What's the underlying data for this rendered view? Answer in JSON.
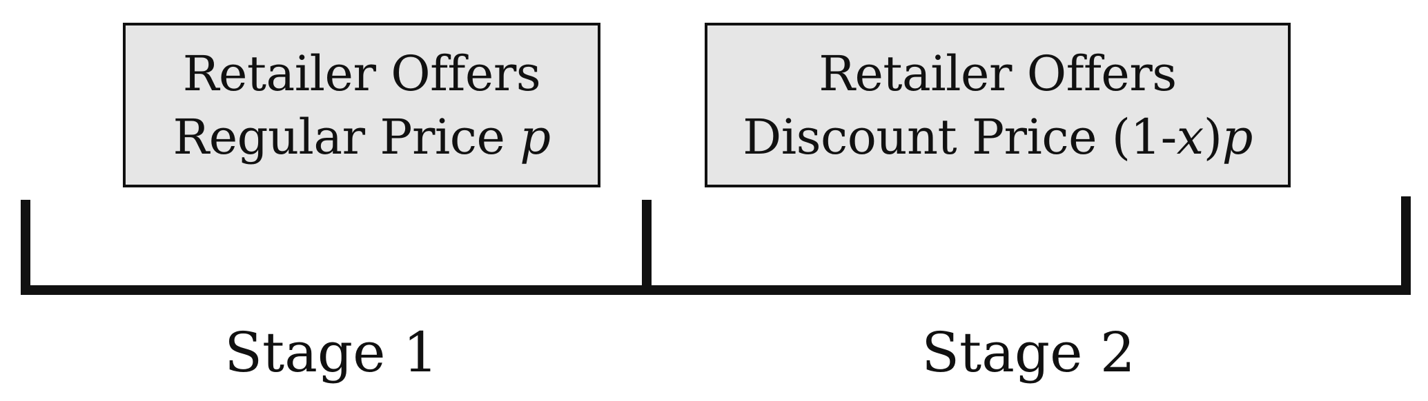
{
  "stage1": {
    "box_line1": "Retailer Offers",
    "box_line2_prefix": "Regular Price ",
    "box_line2_var": "p",
    "label": "Stage 1"
  },
  "stage2": {
    "box_line1": "Retailer Offers",
    "box_line2_prefix": "Discount Price (1-",
    "box_line2_var_x": "x",
    "box_line2_mid": ")",
    "box_line2_var_p": "p",
    "label": "Stage 2"
  },
  "colors": {
    "box_fill": "#e6e6e6",
    "stroke": "#111111",
    "background": "#ffffff"
  }
}
